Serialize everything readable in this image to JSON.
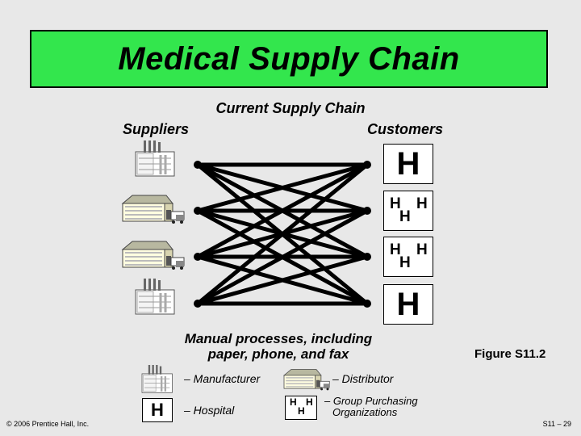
{
  "title": "Medical Supply Chain",
  "subtitle": "Current Supply Chain",
  "suppliers_label": "Suppliers",
  "customers_label": "Customers",
  "note_line1": "Manual processes, including",
  "note_line2": "paper, phone, and fax",
  "figure_label": "Figure S11.2",
  "hospital_letter": "H",
  "legend": {
    "manufacturer": "– Manufacturer",
    "distributor": "– Distributor",
    "hospital": "– Hospital",
    "gpo_line1": "– Group Purchasing",
    "gpo_line2": "Organizations"
  },
  "footer_left": "© 2006 Prentice Hall, Inc.",
  "footer_right": "S11 – 29",
  "colors": {
    "title_bg": "#33e64d",
    "background": "#e8e8e8"
  },
  "icons": {
    "manufacturer": "factory-icon",
    "distributor": "warehouse-truck-icon",
    "hospital": "hospital-h-icon",
    "gpo": "group-h-icon"
  }
}
